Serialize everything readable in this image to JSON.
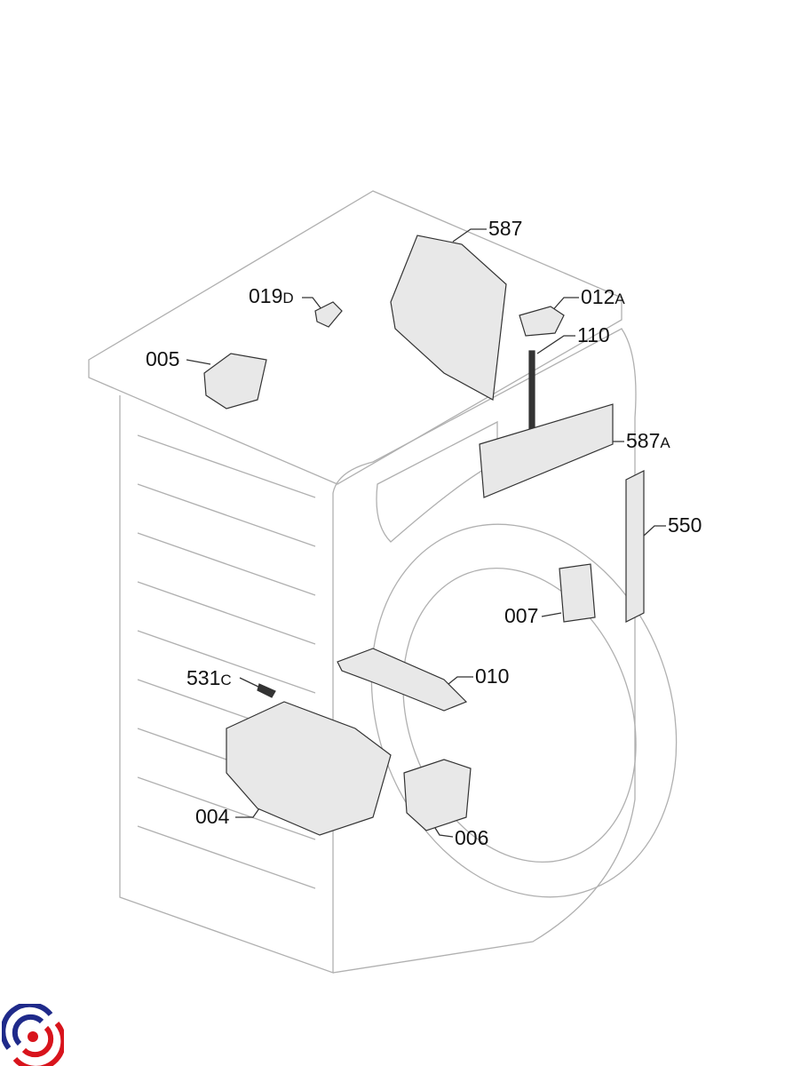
{
  "parts": [
    {
      "id": "587",
      "num": "587",
      "suffix": ""
    },
    {
      "id": "019D",
      "num": "019",
      "suffix": "D"
    },
    {
      "id": "012A",
      "num": "012",
      "suffix": "A"
    },
    {
      "id": "110",
      "num": "110",
      "suffix": ""
    },
    {
      "id": "005",
      "num": "005",
      "suffix": ""
    },
    {
      "id": "587A",
      "num": "587",
      "suffix": "A"
    },
    {
      "id": "550",
      "num": "550",
      "suffix": ""
    },
    {
      "id": "007",
      "num": "007",
      "suffix": ""
    },
    {
      "id": "531C",
      "num": "531",
      "suffix": "C"
    },
    {
      "id": "010",
      "num": "010",
      "suffix": ""
    },
    {
      "id": "004",
      "num": "004",
      "suffix": ""
    },
    {
      "id": "006",
      "num": "006",
      "suffix": ""
    }
  ],
  "colors": {
    "logo_blue": "#1f2a8a",
    "logo_red": "#d8141c",
    "outline": "#aaaaaa",
    "part": "#333333"
  }
}
